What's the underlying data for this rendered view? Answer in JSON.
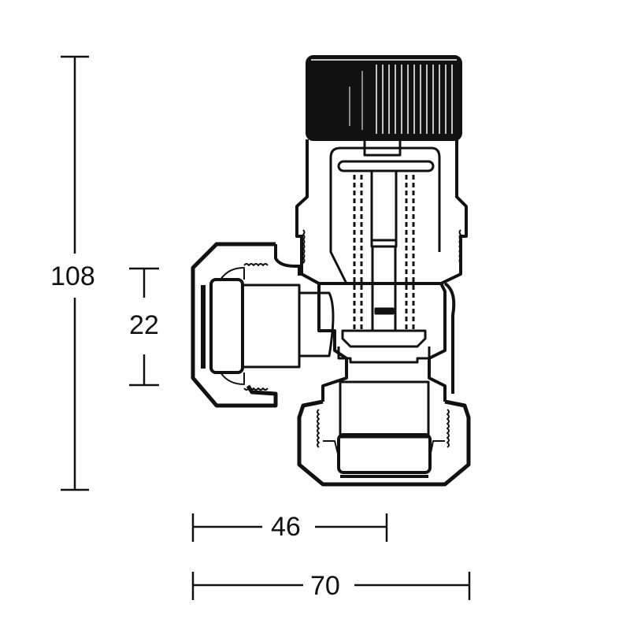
{
  "drawing": {
    "subject": "Angled radiator valve, cross-section",
    "units": "mm",
    "line_color": "#111111",
    "background": "#ffffff"
  },
  "dimensions": {
    "height_total": {
      "label": "108",
      "orientation": "vertical"
    },
    "inlet_offset": {
      "label": "22",
      "orientation": "vertical"
    },
    "body_width": {
      "label": "46",
      "orientation": "horizontal"
    },
    "overall_width": {
      "label": "70",
      "orientation": "horizontal"
    }
  },
  "parts": [
    {
      "name": "knurled-cap"
    },
    {
      "name": "valve-body"
    },
    {
      "name": "side-compression-nut"
    },
    {
      "name": "bottom-compression-nut"
    },
    {
      "name": "spindle"
    },
    {
      "name": "spring"
    }
  ]
}
